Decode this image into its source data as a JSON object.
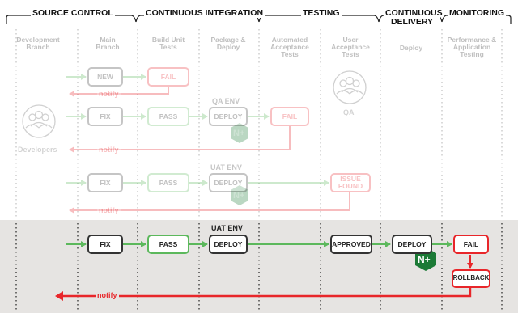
{
  "phases": {
    "source_control": "SOURCE CONTROL",
    "continuous_integration": "CONTINUOUS INTEGRATION",
    "testing": "TESTING",
    "continuous_delivery_1": "CONTINUOUS",
    "continuous_delivery_2": "DELIVERY",
    "monitoring": "MONITORING"
  },
  "columns": {
    "development_branch": "Development Branch",
    "main_branch": "Main Branch",
    "build_unit_tests": "Build Unit Tests",
    "package_deploy": "Package & Deploy",
    "automated_acceptance_tests": "Automated Acceptance Tests",
    "user_acceptance_tests": "User Acceptance Tests",
    "deploy": "Deploy",
    "performance_testing": "Performance & Application Testing"
  },
  "actors": {
    "developers": "Developers",
    "qa": "QA"
  },
  "nginx_badge": "N+",
  "row1": {
    "main": "NEW",
    "build": "FAIL",
    "notify": "notify"
  },
  "row2": {
    "main": "FIX",
    "build": "PASS",
    "env": "QA ENV",
    "deploy": "DEPLOY",
    "acceptance": "FAIL",
    "notify": "notify"
  },
  "row3": {
    "main": "FIX",
    "build": "PASS",
    "env": "UAT ENV",
    "deploy": "DEPLOY",
    "uat_1": "ISSUE",
    "uat_2": "FOUND",
    "notify": "notify"
  },
  "row4": {
    "main": "FIX",
    "build": "PASS",
    "env": "UAT ENV",
    "deploy": "DEPLOY",
    "uat": "APPROVED",
    "cd_deploy": "DEPLOY",
    "perf": "FAIL",
    "rollback": "ROLLBACK",
    "notify": "notify"
  },
  "colors": {
    "green": "#5cb85c",
    "red": "#e8262a",
    "nginx_green": "#1c7a36",
    "dark": "#333333",
    "band": "#e6e4e2",
    "label_grey": "#bfbfbf"
  }
}
